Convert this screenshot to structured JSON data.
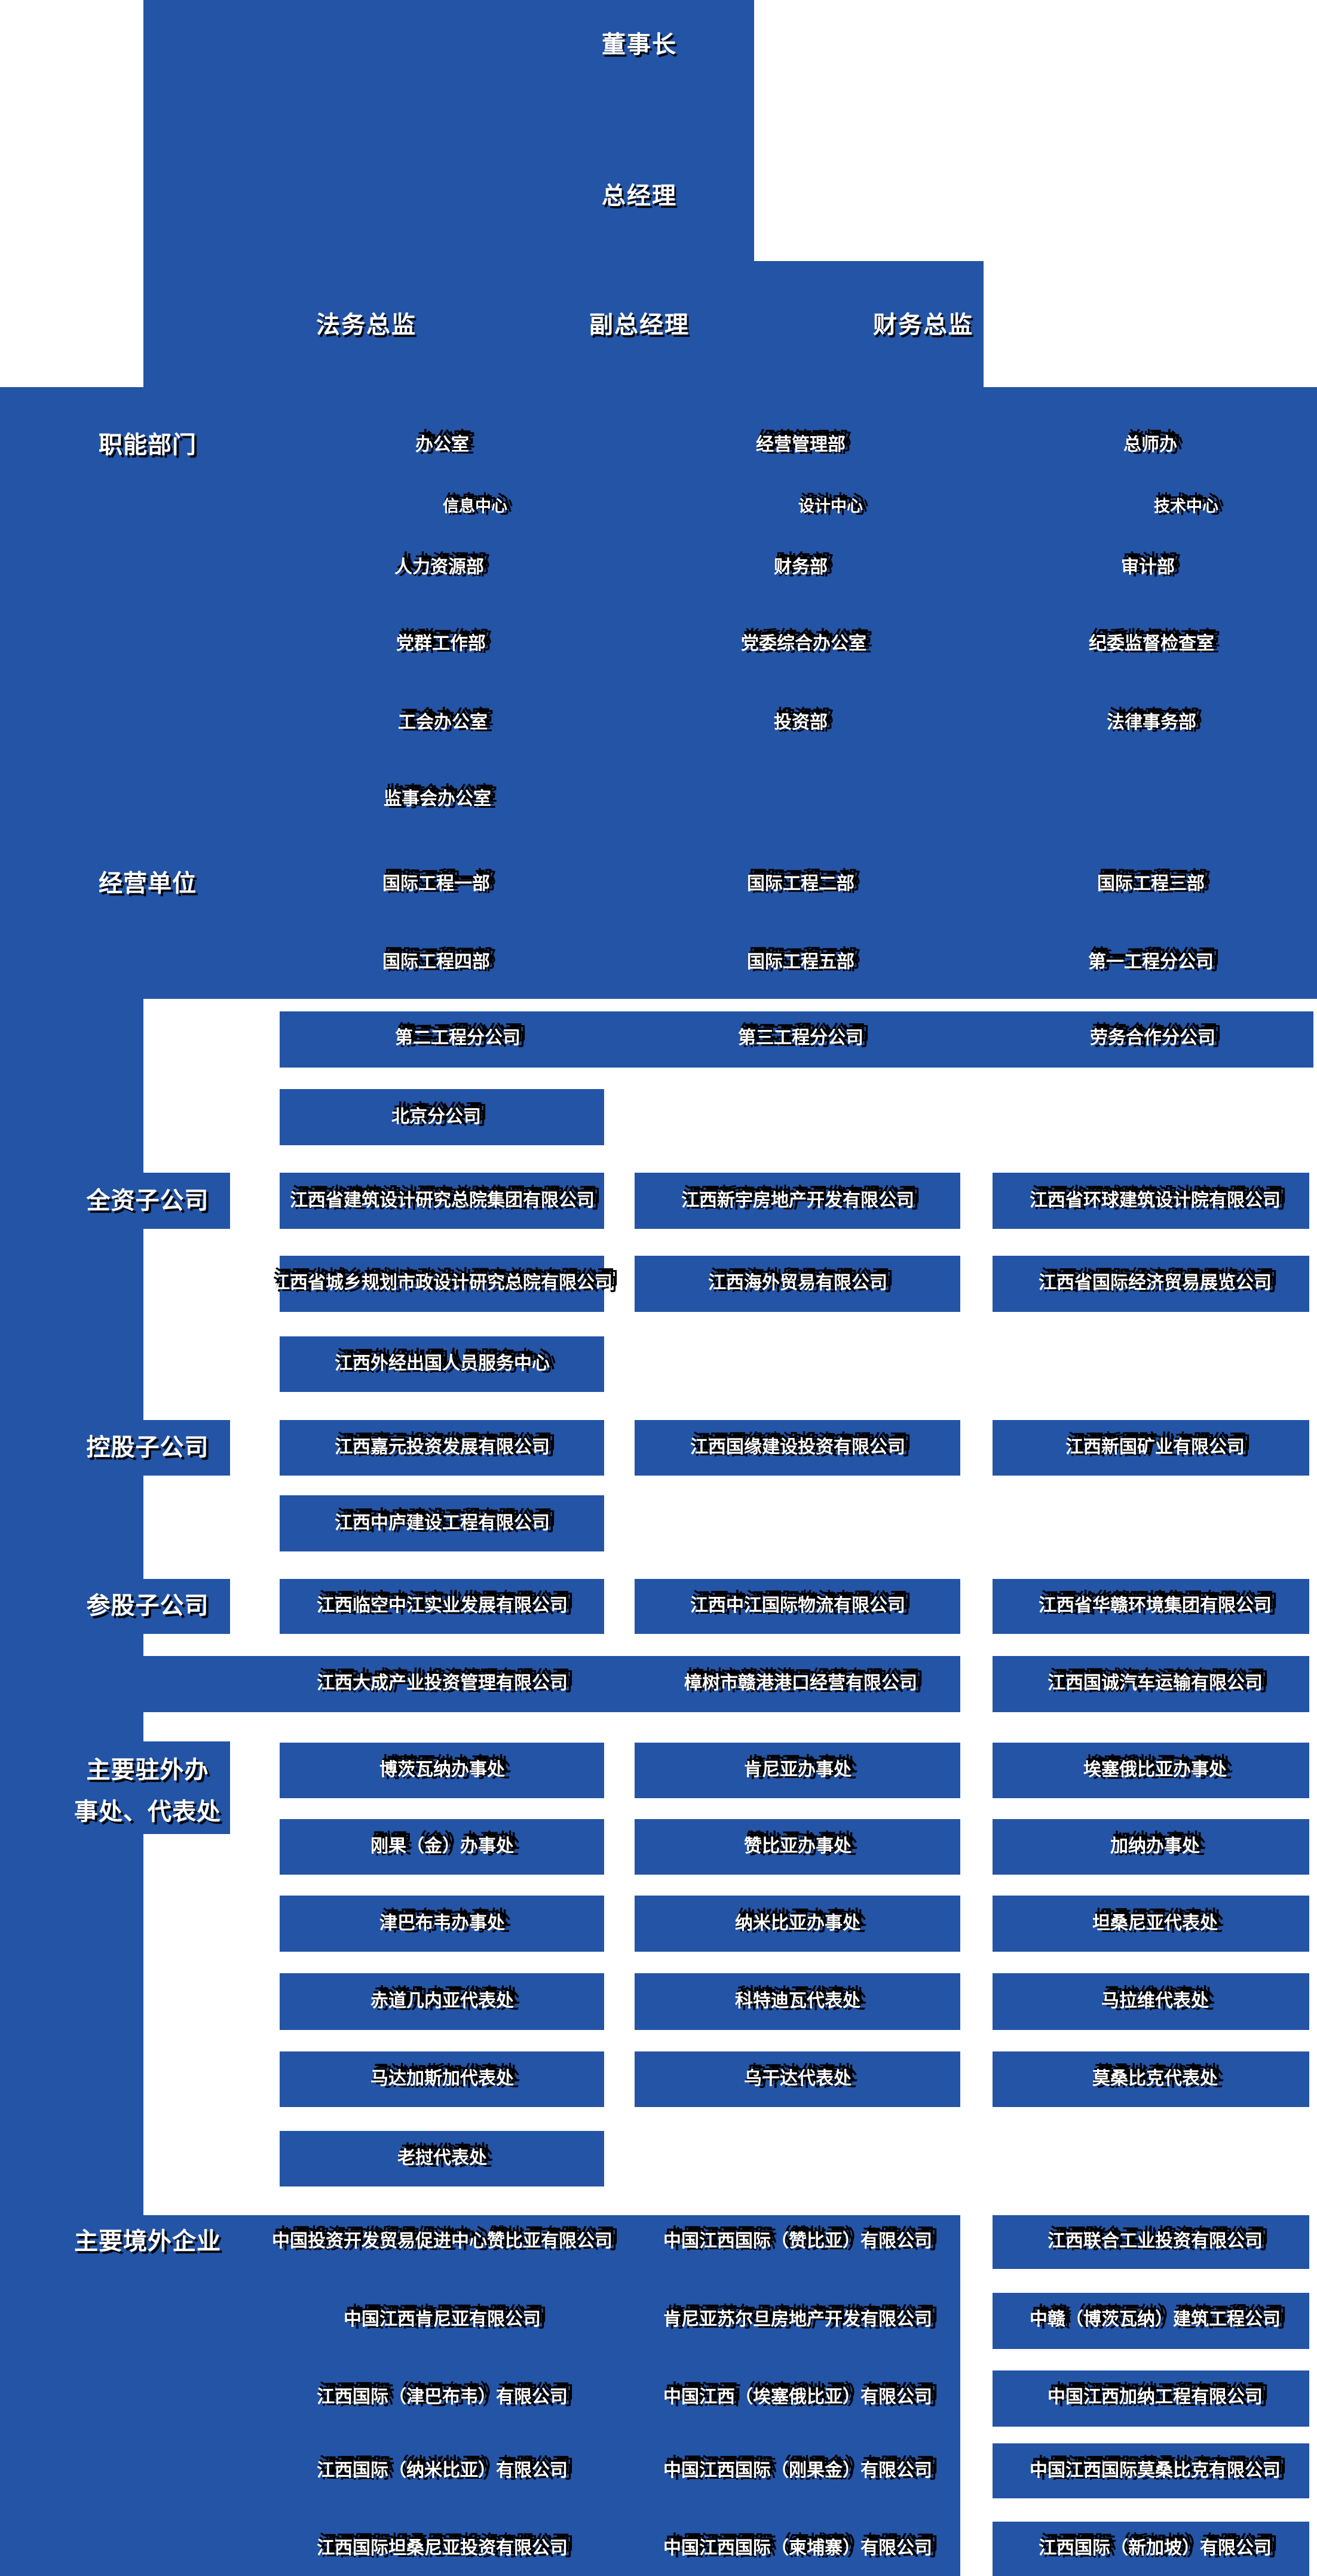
{
  "colors": {
    "panel_blue": "#2354a6",
    "text_white": "#ffffff",
    "text_shadow": "#000000",
    "background": "#ffffff"
  },
  "org": {
    "top": {
      "chairman": "董事长",
      "general_manager": "总经理",
      "legal_director": "法务总监",
      "deputy_general_manager": "副总经理",
      "finance_director": "财务总监"
    },
    "sections": {
      "functional": {
        "label": "职能部门",
        "rows": [
          [
            "办公室",
            "经营管理部",
            "总师办"
          ],
          [
            "信息中心",
            "设计中心",
            "技术中心"
          ],
          [
            "人力资源部",
            "财务部",
            "审计部"
          ],
          [
            "党群工作部",
            "党委综合办公室",
            "纪委监督检查室"
          ],
          [
            "工会办公室",
            "投资部",
            "法律事务部"
          ],
          [
            "监事会办公室"
          ]
        ]
      },
      "business_units": {
        "label": "经营单位",
        "rows": [
          [
            "国际工程一部",
            "国际工程二部",
            "国际工程三部"
          ],
          [
            "国际工程四部",
            "国际工程五部",
            "第一工程分公司"
          ],
          [
            "第二工程分公司",
            "第三工程分公司",
            "劳务合作分公司"
          ],
          [
            "北京分公司"
          ]
        ]
      },
      "wholly_owned": {
        "label": "全资子公司",
        "rows": [
          [
            "江西省建筑设计研究总院集团有限公司",
            "江西新宇房地产开发有限公司",
            "江西省环球建筑设计院有限公司"
          ],
          [
            "江西省城乡规划市政设计研究总院有限公司",
            "江西海外贸易有限公司",
            "江西省国际经济贸易展览公司"
          ],
          [
            "江西外经出国人员服务中心"
          ]
        ]
      },
      "holding": {
        "label": "控股子公司",
        "rows": [
          [
            "江西嘉元投资发展有限公司",
            "江西国缘建设投资有限公司",
            "江西新国矿业有限公司"
          ],
          [
            "江西中庐建设工程有限公司"
          ]
        ]
      },
      "equity_participation": {
        "label": "参股子公司",
        "rows": [
          [
            "江西临空中江实业发展有限公司",
            "江西中江国际物流有限公司",
            "江西省华赣环境集团有限公司"
          ],
          [
            "江西大成产业投资管理有限公司",
            "樟树市赣港港口经营有限公司",
            "江西国诚汽车运输有限公司"
          ]
        ]
      },
      "overseas_offices": {
        "label_line1": "主要驻外办",
        "label_line2": "事处、代表处",
        "rows": [
          [
            "博茨瓦纳办事处",
            "肯尼亚办事处",
            "埃塞俄比亚办事处"
          ],
          [
            "刚果（金）办事处",
            "赞比亚办事处",
            "加纳办事处"
          ],
          [
            "津巴布韦办事处",
            "纳米比亚办事处",
            "坦桑尼亚代表处"
          ],
          [
            "赤道几内亚代表处",
            "科特迪瓦代表处",
            "马拉维代表处"
          ],
          [
            "马达加斯加代表处",
            "乌干达代表处",
            "莫桑比克代表处"
          ],
          [
            "老挝代表处"
          ]
        ]
      },
      "overseas_enterprises": {
        "label": "主要境外企业",
        "rows": [
          [
            "中国投资开发贸易促进中心赞比亚有限公司",
            "中国江西国际（赞比亚）有限公司",
            "江西联合工业投资有限公司"
          ],
          [
            "中国江西肯尼亚有限公司",
            "肯尼亚苏尔旦房地产开发有限公司",
            "中赣（博茨瓦纳）建筑工程公司"
          ],
          [
            "江西国际（津巴布韦）有限公司",
            "中国江西（埃塞俄比亚）有限公司",
            "中国江西加纳工程有限公司"
          ],
          [
            "江西国际（纳米比亚）有限公司",
            "中国江西国际（刚果金）有限公司",
            "中国江西国际莫桑比克有限公司"
          ],
          [
            "江西国际坦桑尼亚投资有限公司",
            "中国江西国际（柬埔寨）有限公司",
            "江西国际（新加坡）有限公司"
          ]
        ]
      }
    }
  }
}
